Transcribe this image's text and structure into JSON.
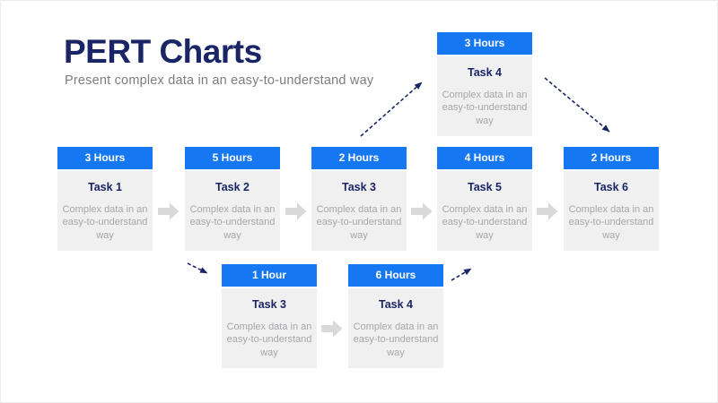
{
  "header": {
    "title": "PERT Charts",
    "subtitle": "Present complex data in an easy-to-understand way"
  },
  "colors": {
    "accent_blue": "#1677F2",
    "navy": "#1A2566",
    "card_bg": "#F0F0F1",
    "description_text": "#A7A7AA",
    "subtitle_text": "#7D7D80",
    "flow_arrow_gray": "#D9D9D9"
  },
  "cards": [
    {
      "id": "top-task4",
      "duration": "3 Hours",
      "title": "Task 4",
      "description": "Complex data in an easy-to-understand way"
    },
    {
      "id": "main-task1",
      "duration": "3 Hours",
      "title": "Task 1",
      "description": "Complex data in an easy-to-understand way"
    },
    {
      "id": "main-task2",
      "duration": "5 Hours",
      "title": "Task 2",
      "description": "Complex data in an easy-to-understand way"
    },
    {
      "id": "main-task3",
      "duration": "2 Hours",
      "title": "Task 3",
      "description": "Complex data in an easy-to-understand way"
    },
    {
      "id": "main-task5",
      "duration": "4 Hours",
      "title": "Task 5",
      "description": "Complex data in an easy-to-understand way"
    },
    {
      "id": "main-task6",
      "duration": "2 Hours",
      "title": "Task 6",
      "description": "Complex data in an easy-to-understand way"
    },
    {
      "id": "bottom-task3",
      "duration": "1 Hour",
      "title": "Task 3",
      "description": "Complex data in an easy-to-understand way"
    },
    {
      "id": "bottom-task4",
      "duration": "6 Hours",
      "title": "Task 4",
      "description": "Complex data in an easy-to-understand way"
    }
  ],
  "connections": [
    {
      "from": "Task 1",
      "to": "Task 2",
      "style": "solid-flow"
    },
    {
      "from": "Task 2",
      "to": "Task 3 (main)",
      "style": "solid-flow"
    },
    {
      "from": "Task 3 (main)",
      "to": "Task 5",
      "style": "solid-flow"
    },
    {
      "from": "Task 5",
      "to": "Task 6",
      "style": "solid-flow"
    },
    {
      "from": "Task 3 (bottom)",
      "to": "Task 4 (bottom)",
      "style": "solid-flow"
    },
    {
      "from": "Task 3 (main)",
      "to": "Task 4 (top)",
      "style": "dashed"
    },
    {
      "from": "Task 4 (top)",
      "to": "Task 6",
      "style": "dashed"
    },
    {
      "from": "Task 2",
      "to": "Task 3 (bottom)",
      "style": "dashed"
    },
    {
      "from": "Task 4 (bottom)",
      "to": "Task 5",
      "style": "dashed"
    }
  ]
}
